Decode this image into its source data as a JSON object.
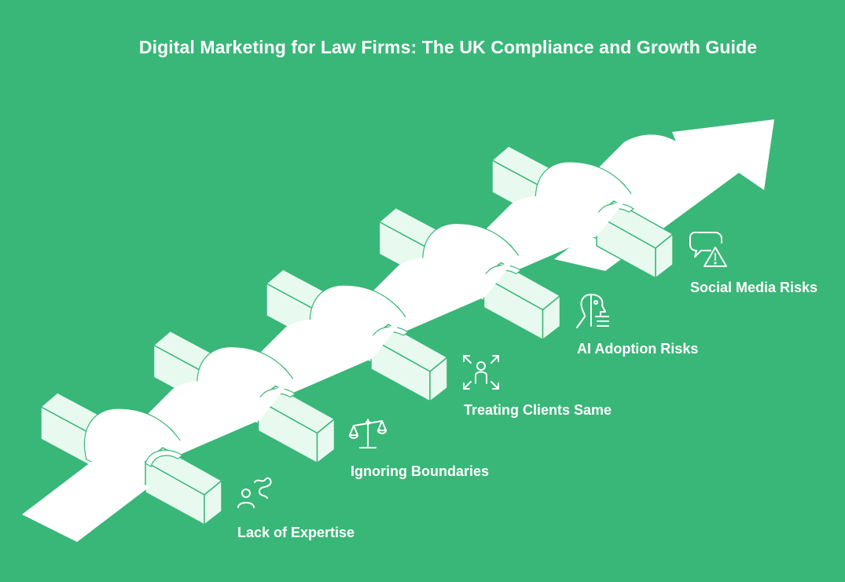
{
  "title": "Digital Marketing for Law Firms: The UK Compliance and Growth Guide",
  "colors": {
    "background": "#39b778",
    "path": "#ffffff",
    "block_face": "#e8faf0",
    "outline": "#39b778",
    "text": "#ffffff"
  },
  "steps": [
    {
      "label": "Lack of Expertise",
      "icon": "person-path-icon"
    },
    {
      "label": "Ignoring Boundaries",
      "icon": "scales-icon"
    },
    {
      "label": "Treating Clients Same",
      "icon": "person-focus-icon"
    },
    {
      "label": "AI Adoption Risks",
      "icon": "ai-head-icon"
    },
    {
      "label": "Social Media Risks",
      "icon": "chat-warning-icon"
    }
  ]
}
